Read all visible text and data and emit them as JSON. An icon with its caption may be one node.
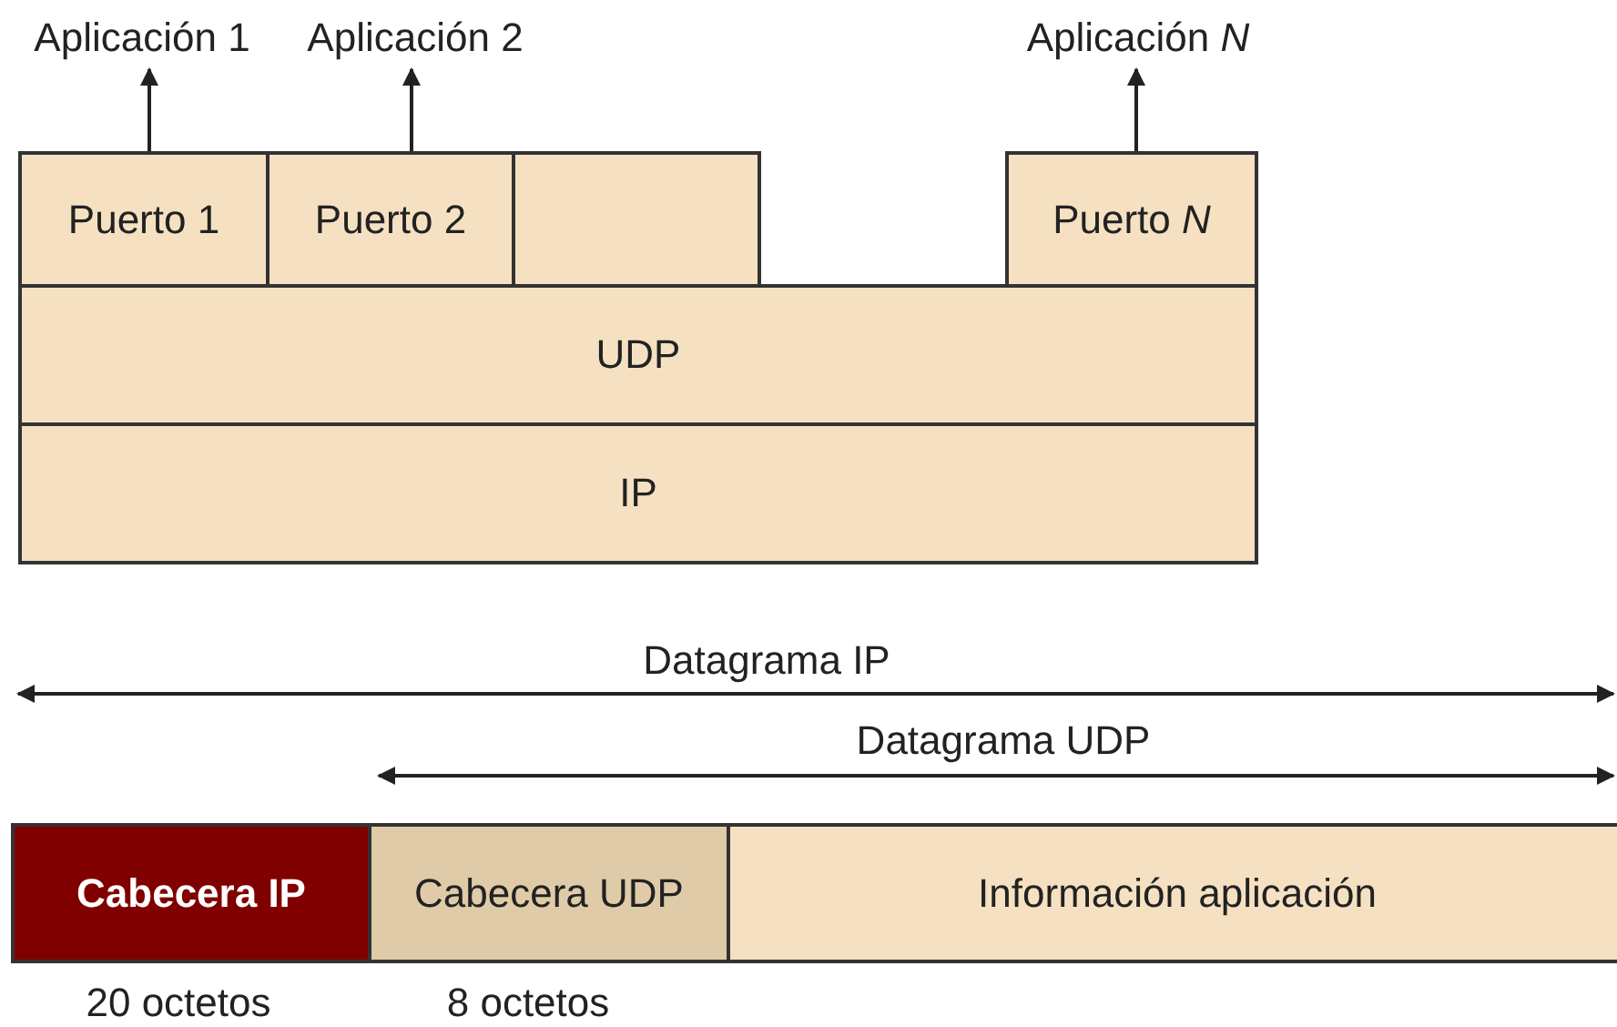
{
  "diagram": {
    "nodes": [
      {
        "text": [
          "Aplicación 1"
        ]
      },
      {
        "text": [
          "Aplicación 2"
        ]
      },
      {
        "text": [
          "Aplicación *N*"
        ]
      },
      {
        "text": [
          "Puerto 1"
        ]
      },
      {
        "text": [
          "Puerto 2"
        ]
      },
      {
        "text": [],
        "shape": "box"
      },
      {
        "text": [
          "Puerto *N*"
        ]
      },
      {
        "text": [
          "UDP"
        ]
      },
      {
        "text": [
          "IP"
        ]
      },
      {
        "text": [
          "Cabecera IP"
        ],
        "beside": [
          "20 octetos"
        ]
      },
      {
        "text": [
          "Cabecera UDP"
        ],
        "beside": [
          "8 octetos"
        ]
      },
      {
        "text": [
          "Información aplicación"
        ]
      }
    ],
    "edges": [
      {
        "from": 3,
        "to": 0,
        "arrow": "to"
      },
      {
        "from": 4,
        "to": 1,
        "arrow": "to"
      },
      {
        "from": 6,
        "to": 2,
        "arrow": "to"
      }
    ],
    "labels": [
      "Datagrama IP",
      "Datagrama UDP"
    ]
  }
}
